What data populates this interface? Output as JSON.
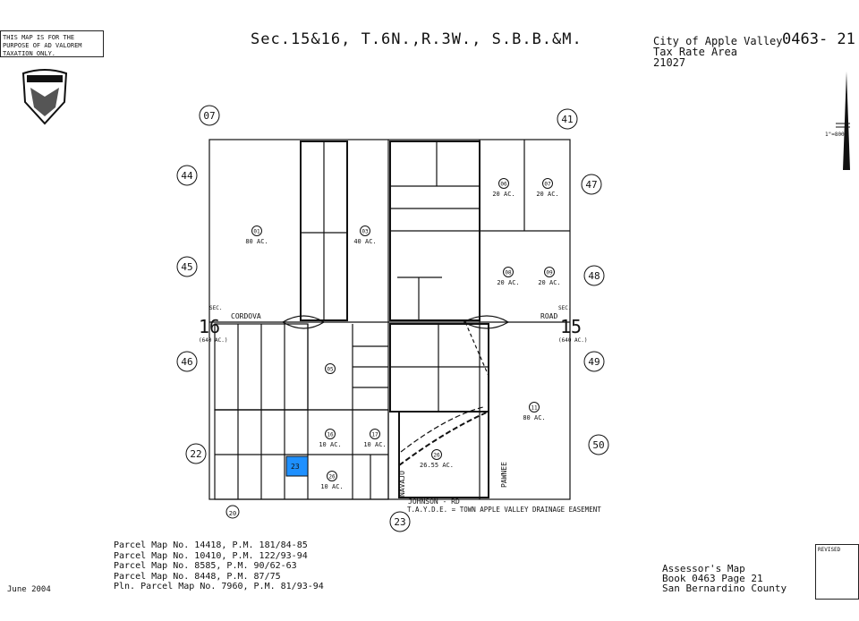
{
  "notice": "THIS MAP IS FOR THE PURPOSE OF AD VALOREM TAXATION ONLY.",
  "title": "Sec.15&16, T.6N.,R.3W., S.B.B.&M.",
  "header": {
    "city_line1": "City of Apple Valley",
    "city_line2": "Tax Rate Area",
    "city_line3": "21027",
    "page_number": "0463- 21"
  },
  "scale": "1\"=800'",
  "roads": {
    "cordova": "CORDOVA",
    "road": "ROAD",
    "johnson": "JOHNSON - RD",
    "navajo": "NAVAJO",
    "pawnee": "PAWNEE",
    "sec_16_label": "SEC.",
    "sec_15_label": "SEC.",
    "sec_16_acres": "(640 AC.)",
    "sec_15_acres": "(640 AC.)",
    "sec_16_num": "16",
    "sec_15_num": "15"
  },
  "adjacent_pages": [
    "07",
    "41",
    "44",
    "47",
    "45",
    "48",
    "46",
    "49",
    "22",
    "50",
    "23",
    "20"
  ],
  "parcels": [
    {
      "id": "01",
      "acres": "80 AC."
    },
    {
      "id": "03",
      "acres": "40 AC."
    },
    {
      "id": "05",
      "acres": ""
    },
    {
      "id": "06",
      "acres": "20 AC."
    },
    {
      "id": "07",
      "acres": "20 AC."
    },
    {
      "id": "08",
      "acres": "20 AC."
    },
    {
      "id": "09",
      "acres": "20 AC."
    },
    {
      "id": "11",
      "acres": "80 AC."
    },
    {
      "id": "16",
      "acres": "10 AC."
    },
    {
      "id": "17",
      "acres": "10 AC."
    },
    {
      "id": "26",
      "acres": "10 AC."
    },
    {
      "id": "26b",
      "acres": "26.55 AC."
    }
  ],
  "easement": "T.A.Y.D.E. = TOWN APPLE VALLEY DRAINAGE EASEMENT",
  "parcel_maps": [
    "Parcel Map No. 14418, P.M. 181/84-85",
    "Parcel Map No. 10410, P.M. 122/93-94",
    "Parcel Map No. 8585, P.M. 90/62-63",
    "Parcel Map No. 8448, P.M. 87/75",
    "Pln. Parcel Map No. 7960, P.M. 81/93-94"
  ],
  "date": "June 2004",
  "assessor": {
    "line1": "Assessor's Map",
    "line2": "Book 0463 Page 21",
    "line3": "San Bernardino County"
  },
  "revised_label": "REVISED",
  "highlight_parcel": "23",
  "colors": {
    "highlight": "#1e90ff",
    "line": "#111111"
  }
}
